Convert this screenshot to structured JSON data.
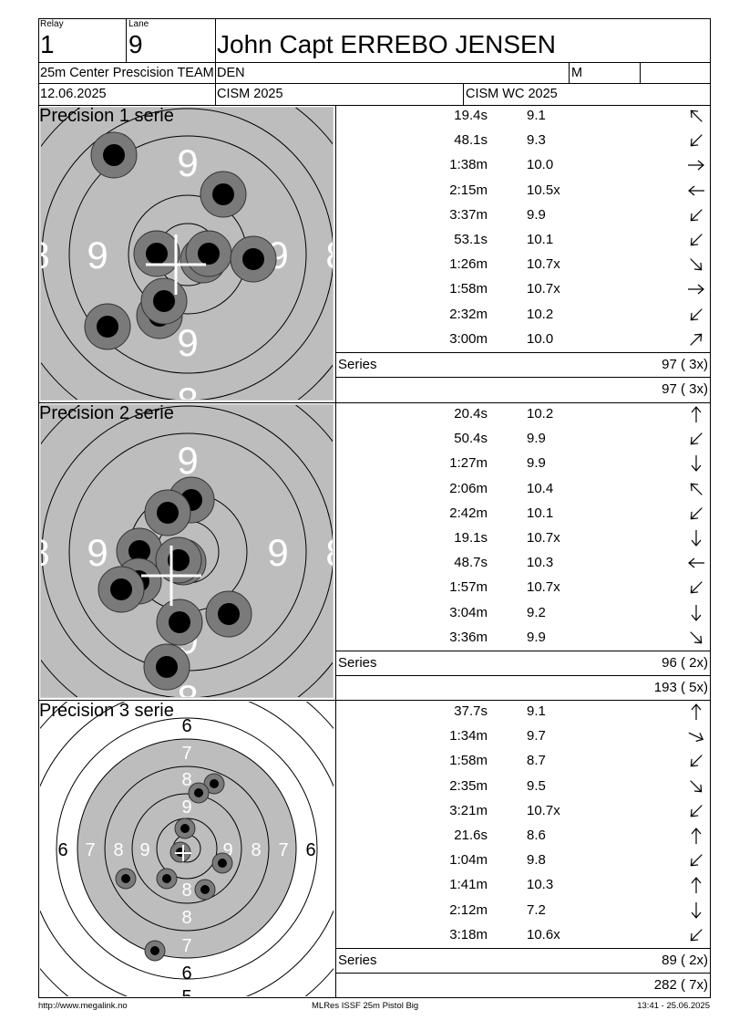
{
  "header": {
    "relay_label": "Relay",
    "relay_value": "1",
    "lane_label": "Lane",
    "lane_value": "9",
    "shooter_name": "John Capt ERREBO JENSEN",
    "event": "25m Center Prescision TEAM",
    "nation": "DEN",
    "gender": "M",
    "date": "12.06.2025",
    "competition": "CISM 2025",
    "championship": "CISM WC 2025"
  },
  "series": [
    {
      "title": "Precision 1 serie",
      "target_type": "precision",
      "ring_labels": [
        "9",
        "9",
        "9",
        "9",
        "8",
        "8",
        "8"
      ],
      "shots": [
        {
          "time": "19.4s",
          "value": "9.1",
          "arrow": "up-left"
        },
        {
          "time": "48.1s",
          "value": "9.3",
          "arrow": "down-left"
        },
        {
          "time": "1:38m",
          "value": "10.0",
          "arrow": "right"
        },
        {
          "time": "2:15m",
          "value": "10.5x",
          "arrow": "left"
        },
        {
          "time": "3:37m",
          "value": "9.9",
          "arrow": "down-left"
        },
        {
          "time": "53.1s",
          "value": "10.1",
          "arrow": "down-left"
        },
        {
          "time": "1:26m",
          "value": "10.7x",
          "arrow": "down-right"
        },
        {
          "time": "1:58m",
          "value": "10.7x",
          "arrow": "right"
        },
        {
          "time": "2:32m",
          "value": "10.2",
          "arrow": "down-left"
        },
        {
          "time": "3:00m",
          "value": "10.0",
          "arrow": "up-right"
        }
      ],
      "series_label": "Series",
      "series_score": "97 ( 3x)",
      "total_score": "97 ( 3x)"
    },
    {
      "title": "Precision 2 serie",
      "target_type": "precision",
      "ring_labels": [
        "9",
        "9",
        "9",
        "9",
        "8",
        "8",
        "8"
      ],
      "shots": [
        {
          "time": "20.4s",
          "value": "10.2",
          "arrow": "up"
        },
        {
          "time": "50.4s",
          "value": "9.9",
          "arrow": "down-left"
        },
        {
          "time": "1:27m",
          "value": "9.9",
          "arrow": "down"
        },
        {
          "time": "2:06m",
          "value": "10.4",
          "arrow": "up-left"
        },
        {
          "time": "2:42m",
          "value": "10.1",
          "arrow": "down-left"
        },
        {
          "time": "19.1s",
          "value": "10.7x",
          "arrow": "down"
        },
        {
          "time": "48.7s",
          "value": "10.3",
          "arrow": "left"
        },
        {
          "time": "1:57m",
          "value": "10.7x",
          "arrow": "down-left"
        },
        {
          "time": "3:04m",
          "value": "9.2",
          "arrow": "down"
        },
        {
          "time": "3:36m",
          "value": "9.9",
          "arrow": "down-right"
        }
      ],
      "series_label": "Series",
      "series_score": "96 ( 2x)",
      "total_score": "193 ( 5x)"
    },
    {
      "title": "Precision 3 serie",
      "target_type": "full",
      "ring_labels": [
        "6",
        "7",
        "8",
        "9",
        "9",
        "8",
        "7",
        "6",
        "6",
        "7",
        "8",
        "9",
        "8",
        "7",
        "6",
        "5"
      ],
      "shots": [
        {
          "time": "37.7s",
          "value": "9.1",
          "arrow": "up"
        },
        {
          "time": "1:34m",
          "value": "9.7",
          "arrow": "right-down"
        },
        {
          "time": "1:58m",
          "value": "8.7",
          "arrow": "down-left"
        },
        {
          "time": "2:35m",
          "value": "9.5",
          "arrow": "down-right"
        },
        {
          "time": "3:21m",
          "value": "10.7x",
          "arrow": "down-left"
        },
        {
          "time": "21.6s",
          "value": "8.6",
          "arrow": "up"
        },
        {
          "time": "1:04m",
          "value": "9.8",
          "arrow": "down-left"
        },
        {
          "time": "1:41m",
          "value": "10.3",
          "arrow": "up"
        },
        {
          "time": "2:12m",
          "value": "7.2",
          "arrow": "down"
        },
        {
          "time": "3:18m",
          "value": "10.6x",
          "arrow": "down-left"
        }
      ],
      "series_label": "Series",
      "series_score": "89 ( 2x)",
      "total_score": "282 ( 7x)"
    }
  ],
  "footer": {
    "left": "http://www.megalink.no",
    "center": "MLRes ISSF 25m Pistol Big",
    "right": "13:41 - 25.06.2025"
  }
}
